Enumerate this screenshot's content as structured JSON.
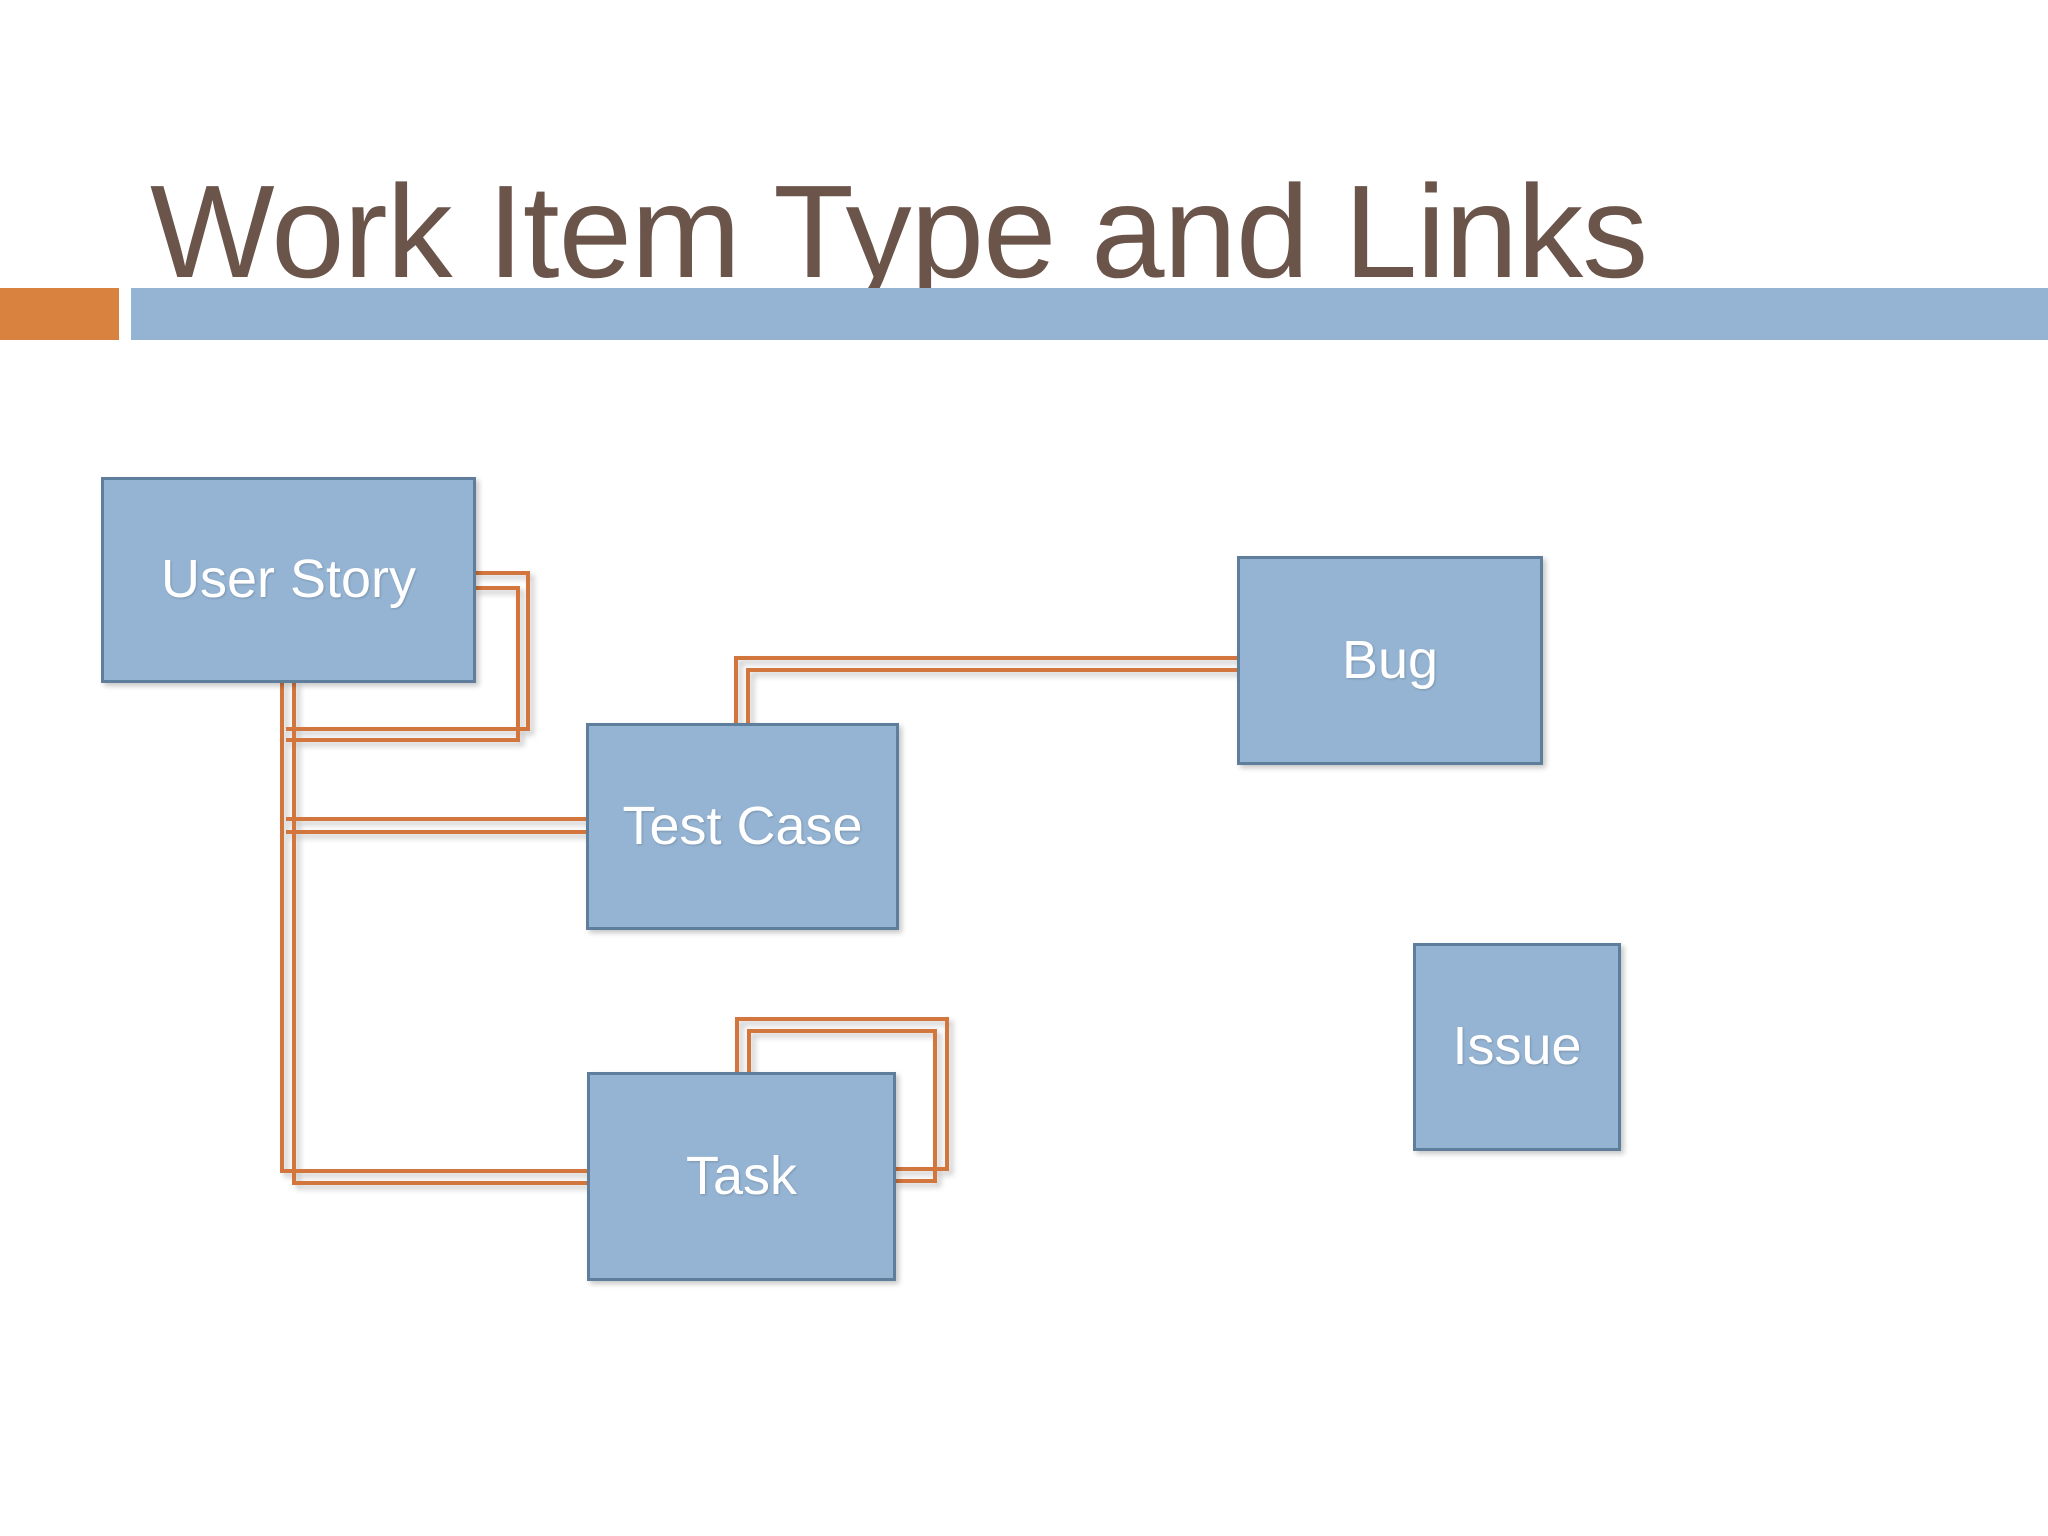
{
  "slide": {
    "title": "Work Item Type and Links",
    "background_color": "#FFFFFF",
    "title_color": "#6B544A"
  },
  "accent_bars": {
    "orange_color": "#D9813F",
    "blue_color": "#95B3D2"
  },
  "diagram": {
    "box_fill_color": "#95B4D3",
    "box_border_color": "#5F7E9B",
    "box_text_color": "#FFFFFF",
    "connector_color": "#D2763C",
    "nodes": [
      {
        "id": "user-story",
        "label": "User Story"
      },
      {
        "id": "bug",
        "label": "Bug"
      },
      {
        "id": "test-case",
        "label": "Test Case"
      },
      {
        "id": "issue",
        "label": "Issue"
      },
      {
        "id": "task",
        "label": "Task"
      }
    ],
    "links": [
      {
        "from": "user-story",
        "to": "user-story",
        "style": "self-loop-right"
      },
      {
        "from": "user-story",
        "to": "test-case",
        "style": "elbow-left"
      },
      {
        "from": "user-story",
        "to": "task",
        "style": "elbow-left"
      },
      {
        "from": "test-case",
        "to": "bug",
        "style": "elbow-top"
      },
      {
        "from": "task",
        "to": "task",
        "style": "self-loop-right"
      }
    ]
  }
}
